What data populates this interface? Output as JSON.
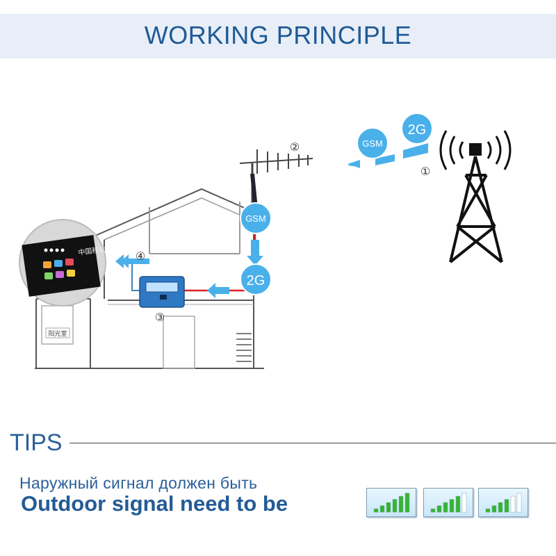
{
  "header": {
    "title": "WORKING PRINCIPLE"
  },
  "labels": {
    "step1": "①",
    "step2": "②",
    "step3": "③",
    "step4": "④",
    "gsm_sky": "GSM",
    "g2_sky": "2G",
    "gsm_cable": "GSM",
    "g2_indoor": "2G",
    "phone_operator": "中国移动",
    "room_sign": "阳光室"
  },
  "tips": {
    "title": "TIPS",
    "line_ru": "Наружный сигнал должен быть",
    "line_en": "Outdoor signal need to be"
  },
  "signal_icons": [
    {
      "level": 1.0
    },
    {
      "level": 0.8
    },
    {
      "level": 0.6
    }
  ],
  "colors": {
    "accent_blue": "#1f5a95",
    "bubble_blue": "#4ab0ea",
    "cable_red": "#e02020",
    "signal_green": "#33b533"
  }
}
